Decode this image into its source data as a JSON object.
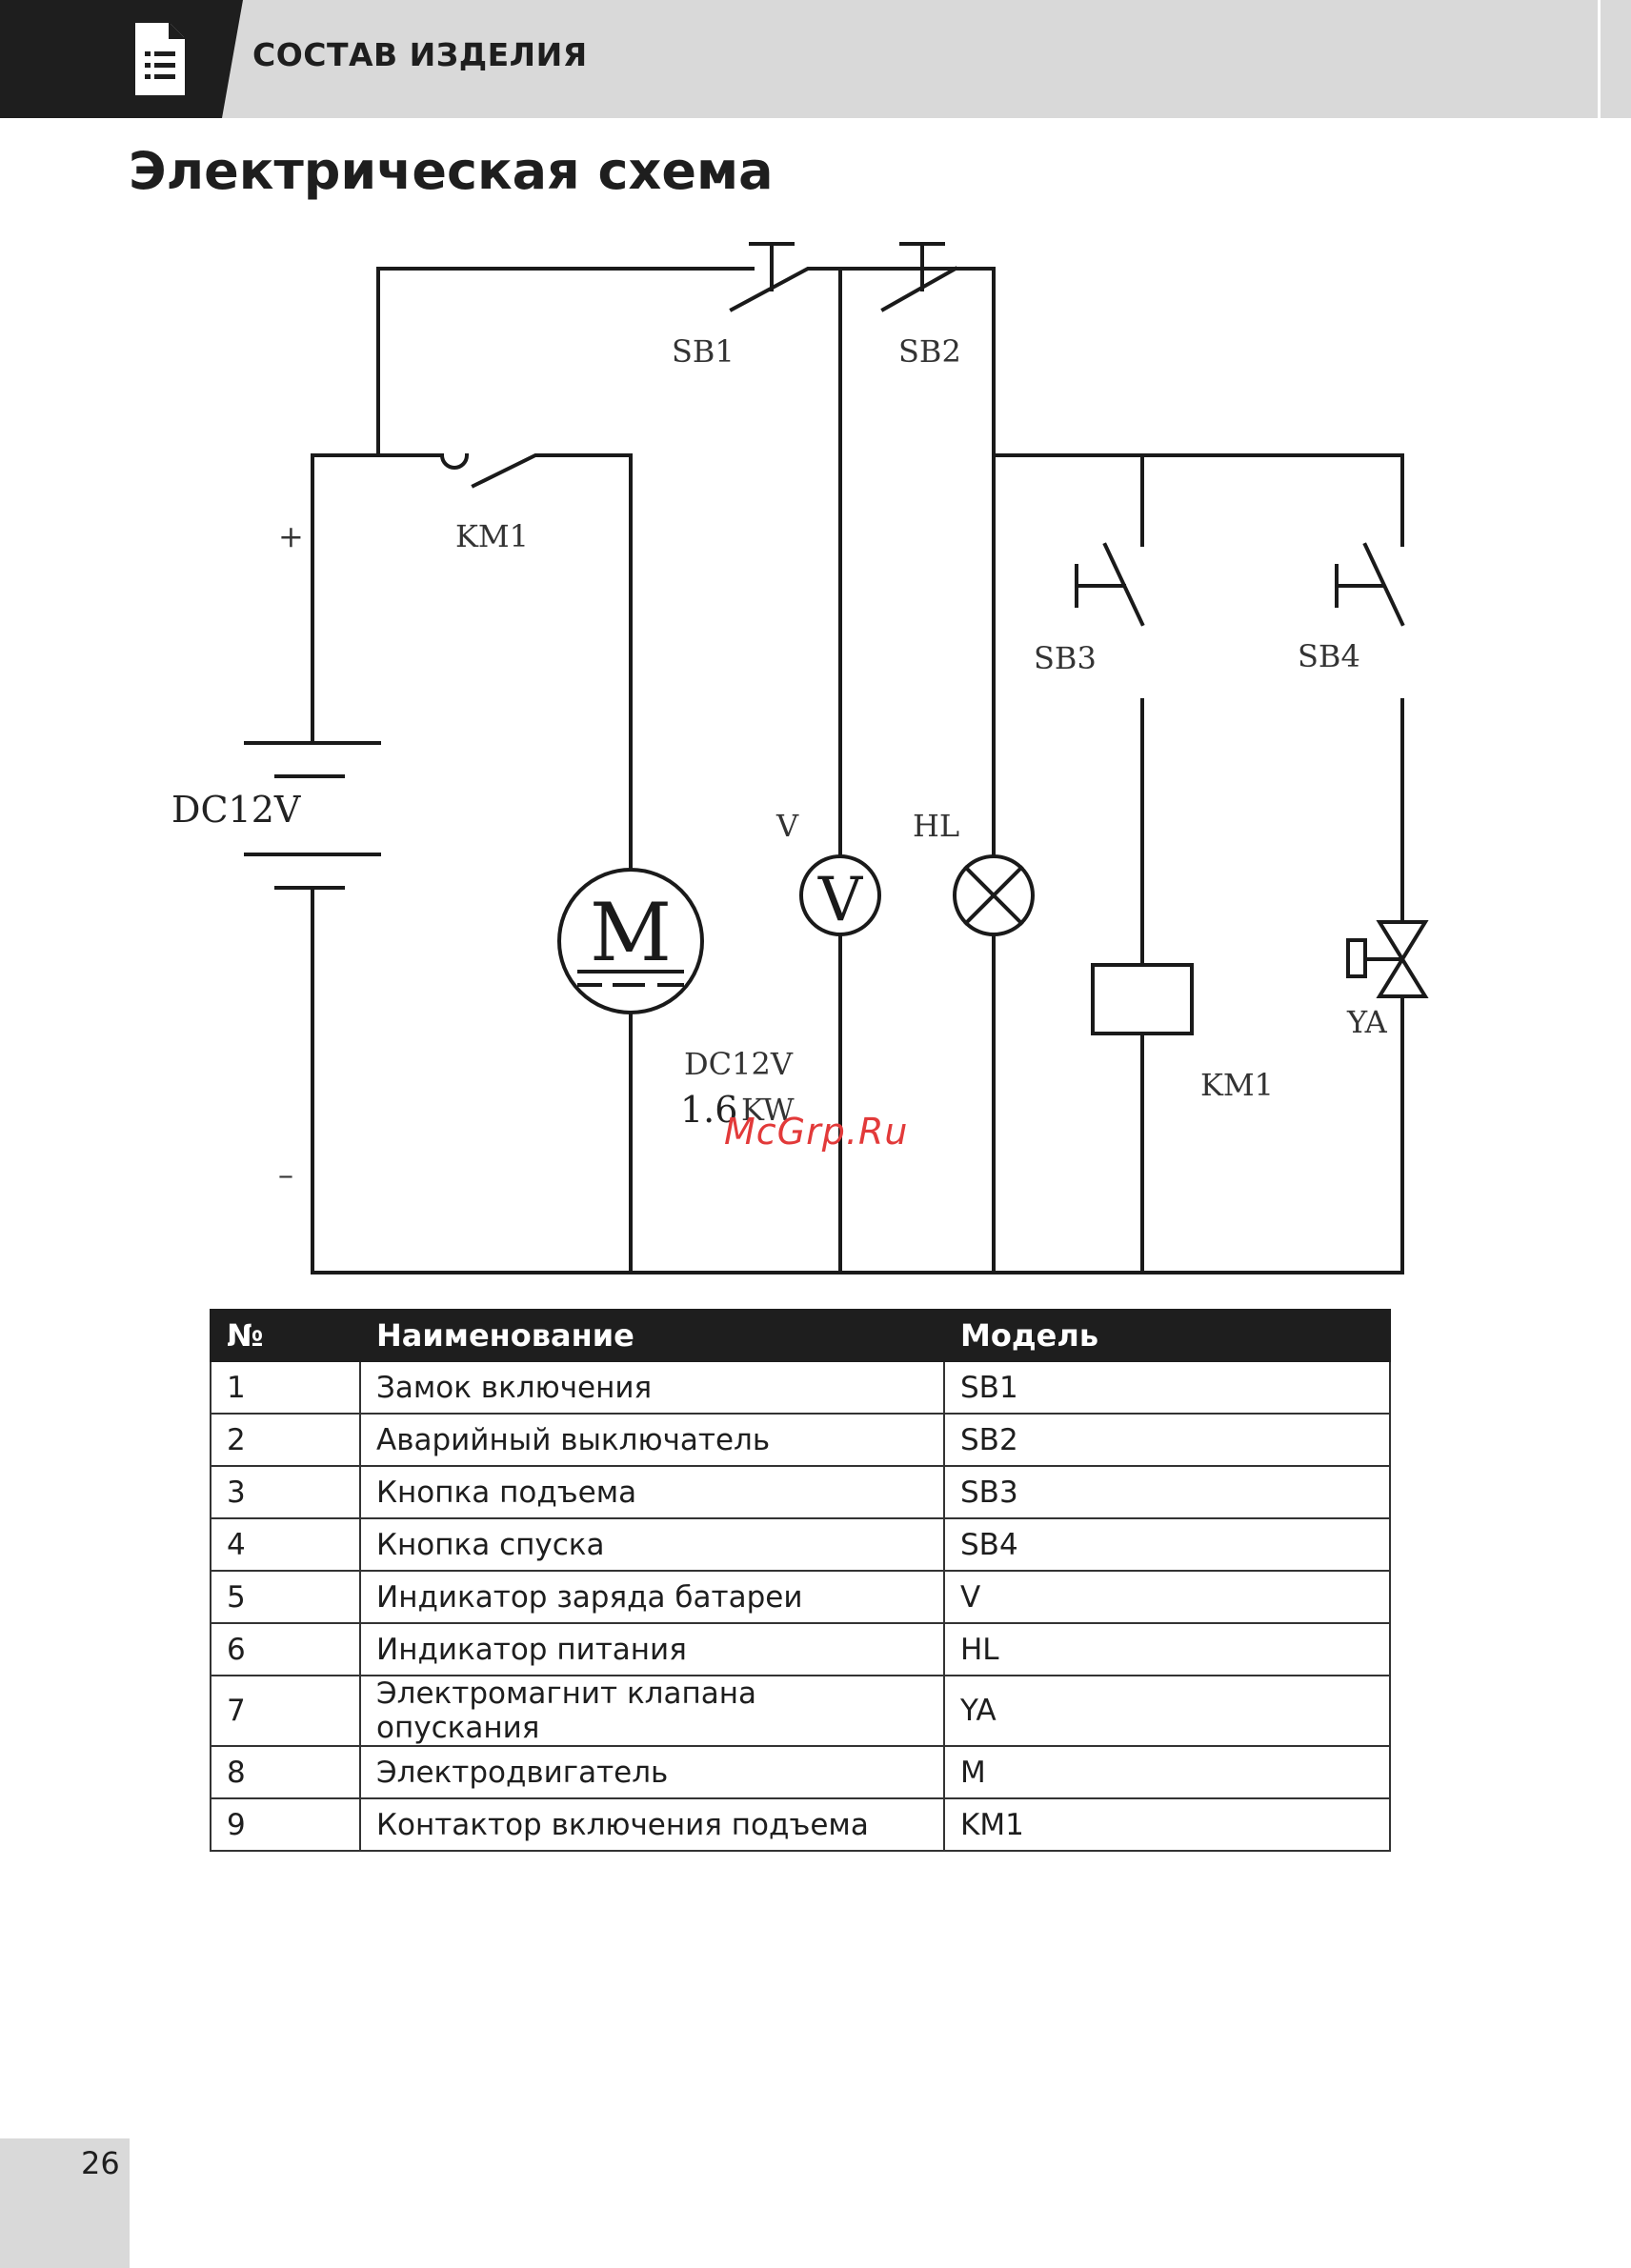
{
  "header": {
    "section_title": "СОСТАВ ИЗДЕЛИЯ",
    "icon": "document-list-icon"
  },
  "page_title": "Электрическая схема",
  "schematic": {
    "switch_sb1": "SB1",
    "switch_sb2": "SB2",
    "contactor_switch_km1": "KM1",
    "plus_sign": "+",
    "minus_sign": "–",
    "battery_label": "DC12V",
    "motor_symbol": "M",
    "voltmeter_label": "V",
    "voltmeter_symbol": "V",
    "lamp_label": "HL",
    "button_sb3": "SB3",
    "button_sb4": "SB4",
    "valve_label": "YA",
    "coil_label": "KM1",
    "motor_voltage": "DC12V",
    "motor_power_value": "1.6",
    "motor_power_unit": "KW"
  },
  "watermark": "McGrp.Ru",
  "table": {
    "headers": [
      "№",
      "Наименование",
      "Модель"
    ],
    "rows": [
      [
        "1",
        "Замок включения",
        "SB1"
      ],
      [
        "2",
        "Аварийный выключатель",
        "SB2"
      ],
      [
        "3",
        "Кнопка подъема",
        "SB3"
      ],
      [
        "4",
        "Кнопка спуска",
        "SB4"
      ],
      [
        "5",
        "Индикатор заряда батареи",
        "V"
      ],
      [
        "6",
        "Индикатор питания",
        "HL"
      ],
      [
        "7",
        "Электромагнит клапана опускания",
        "YA"
      ],
      [
        "8",
        "Электродвигатель",
        "M"
      ],
      [
        "9",
        "Контактор включения подъема",
        "KM1"
      ]
    ]
  },
  "page_number": "26"
}
